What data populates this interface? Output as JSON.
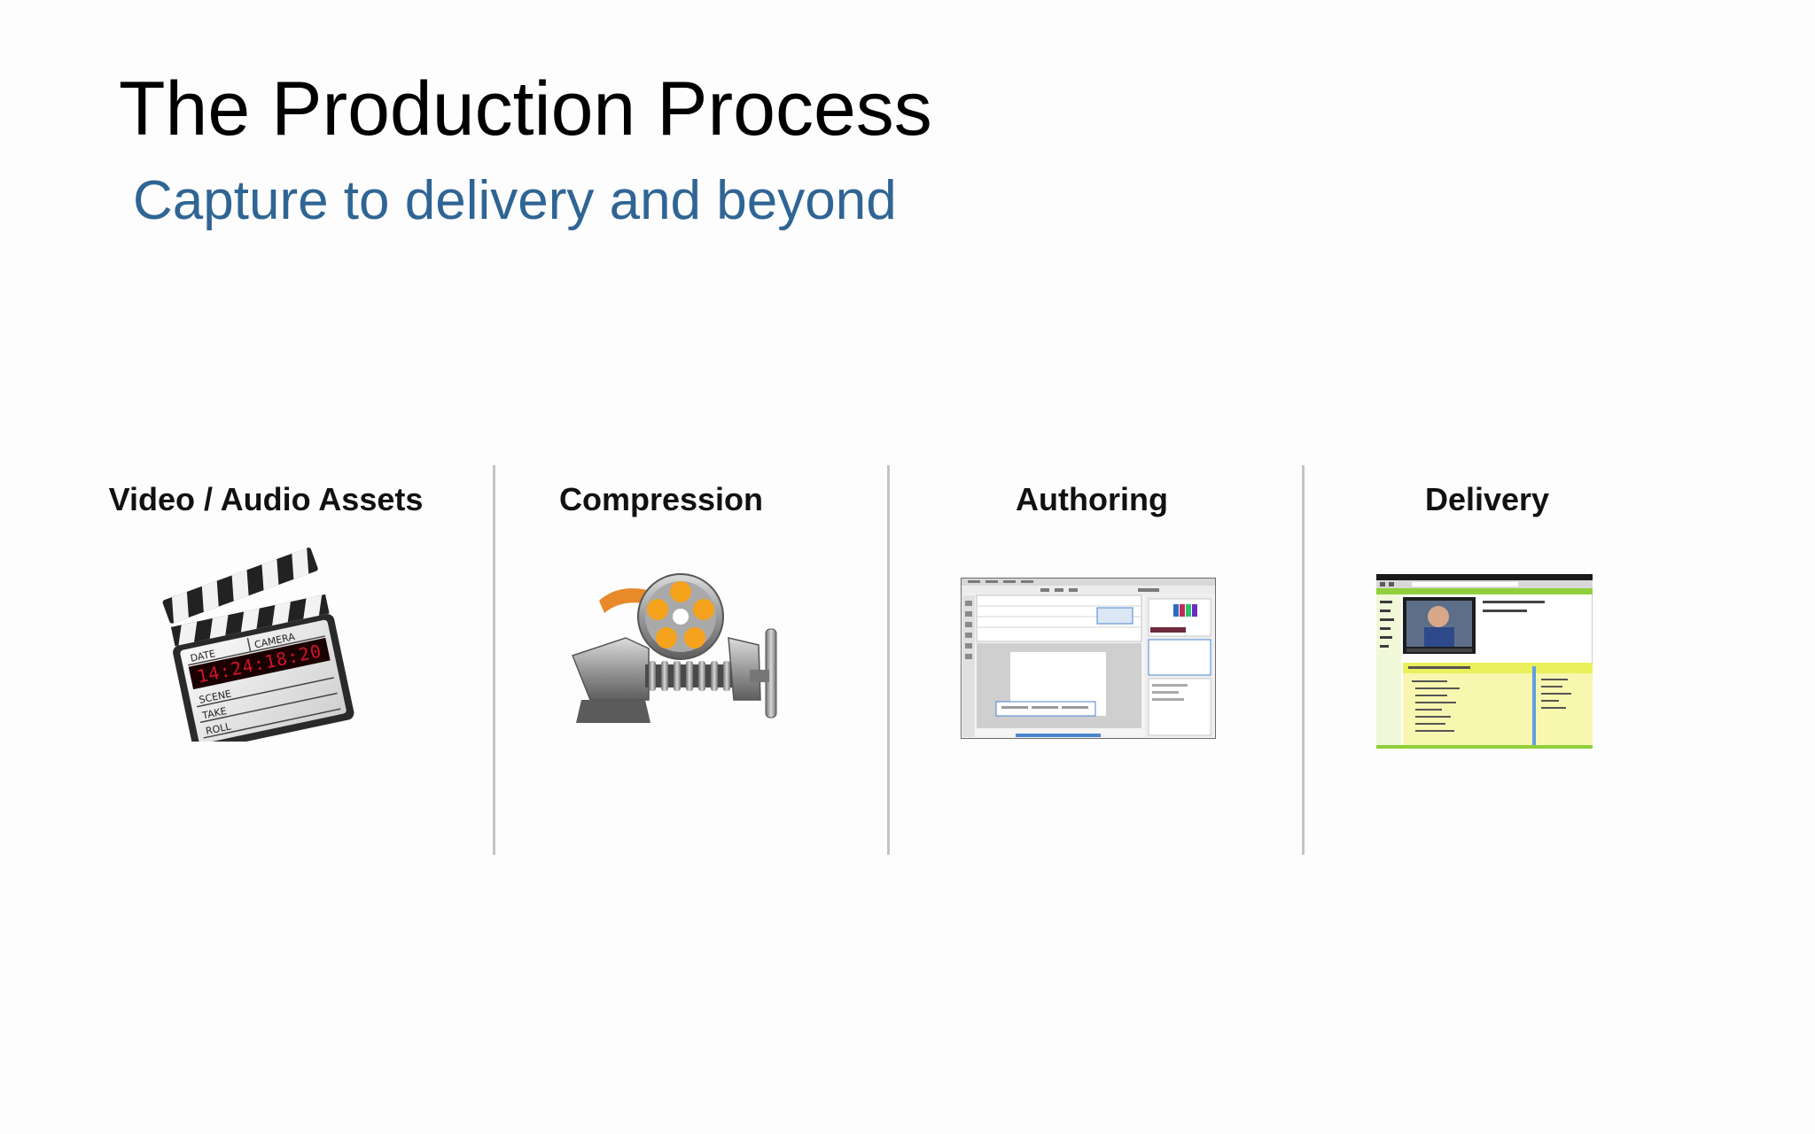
{
  "slide": {
    "title": "The Production Process",
    "subtitle": "Capture to delivery and beyond",
    "colors": {
      "title": "#000000",
      "subtitle": "#2f6594",
      "divider": "#c4c4c4"
    }
  },
  "stages": [
    {
      "label": "Video / Audio Assets",
      "icon": "clapperboard-icon"
    },
    {
      "label": "Compression",
      "icon": "compression-vise-icon"
    },
    {
      "label": "Authoring",
      "icon": "authoring-app-screenshot"
    },
    {
      "label": "Delivery",
      "icon": "delivery-webpage-screenshot"
    }
  ],
  "clapperboard": {
    "fields": [
      "DATE",
      "CAMERA",
      "SCENE",
      "TAKE",
      "ROLL"
    ],
    "timecode": "14:24:18:20"
  }
}
